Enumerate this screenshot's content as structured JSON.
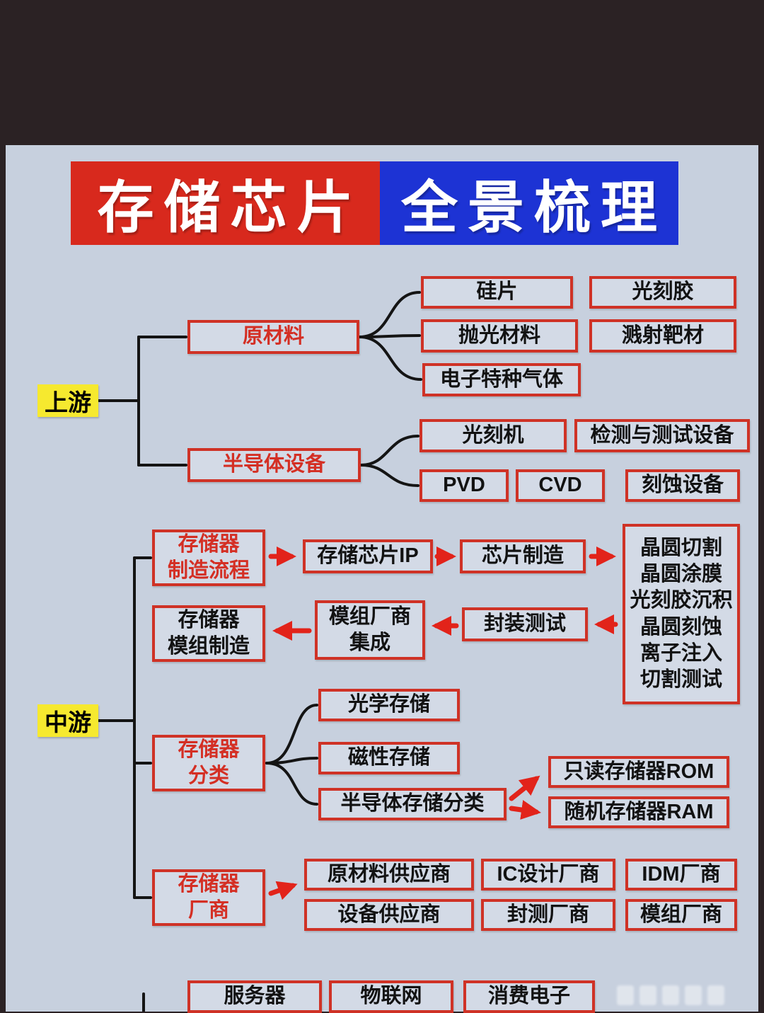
{
  "title": {
    "left": "存储芯片",
    "right": "全景梳理"
  },
  "labels": {
    "upstream": "上游",
    "midstream": "中游"
  },
  "upstream": {
    "raw_materials": {
      "label": "原材料",
      "items": [
        "硅片",
        "光刻胶",
        "抛光材料",
        "溅射靶材",
        "电子特种气体"
      ]
    },
    "equipment": {
      "label": "半导体设备",
      "items": [
        "光刻机",
        "检测与测试设备",
        "PVD",
        "CVD",
        "刻蚀设备"
      ]
    }
  },
  "midstream": {
    "process": {
      "label": "存储器\n制造流程",
      "chip_ip": "存储芯片IP",
      "chip_manufacturing": "芯片制造",
      "wafer_steps": "晶圆切割\n晶圆涂膜\n光刻胶沉积\n晶圆刻蚀\n离子注入\n切割测试",
      "packaging_testing": "封装测试",
      "module_integration": "模组厂商\n集成",
      "module_manufacturing": "存储器\n模组制造"
    },
    "classification": {
      "label": "存储器\n分类",
      "items": [
        "光学存储",
        "磁性存储",
        "半导体存储分类"
      ],
      "semiconductor_types": [
        "只读存储器ROM",
        "随机存储器RAM"
      ]
    },
    "vendors": {
      "label": "存储器\n厂商",
      "row1": [
        "原材料供应商",
        "IC设计厂商",
        "IDM厂商"
      ],
      "row2": [
        "设备供应商",
        "封测厂商",
        "模组厂商"
      ]
    }
  },
  "downstream": {
    "items": [
      "服务器",
      "物联网",
      "消费电子"
    ]
  },
  "colors": {
    "title_red": "#d8291d",
    "title_blue": "#1d33d4",
    "box_border": "#cf3226",
    "red_text": "#d42f24",
    "label_yellow": "#f6e92f",
    "background": "#c7d0de",
    "top_bar": "#2b2224",
    "arrow_red": "#e2231a",
    "line_black": "#141414"
  }
}
